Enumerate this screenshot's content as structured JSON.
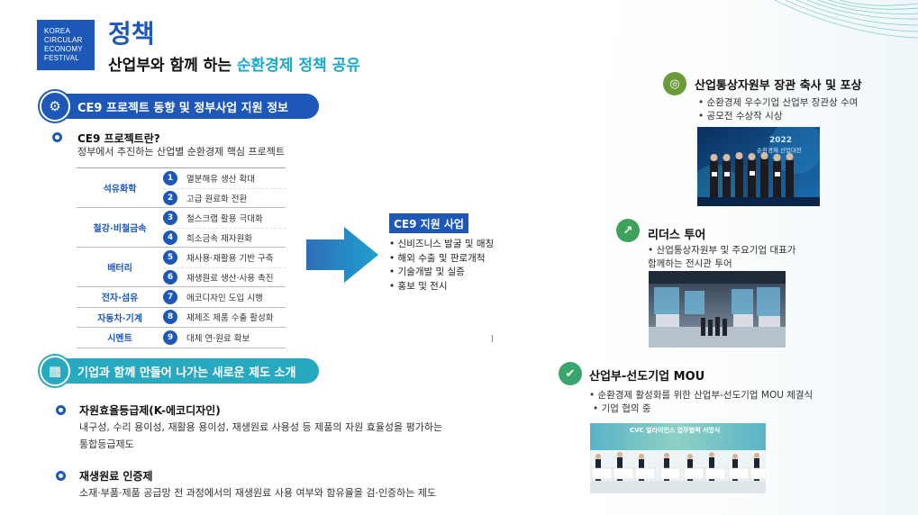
{
  "logo": {
    "lines": [
      "KOREA",
      "CIRCULAR",
      "ECONOMY",
      "FESTIVAL"
    ]
  },
  "header": {
    "title": "정책",
    "subtitle_prefix": "산업부와 함께 하는 ",
    "subtitle_highlight": "순환경제 정책 공유"
  },
  "section1": {
    "title": "CE9 프로젝트 동향 및 정부사업 지원 정보",
    "heading": "CE9 프로젝트란?",
    "description": "정부에서 추진하는 산업별 순환경제 핵심 프로젝트",
    "groups": [
      {
        "category": "석유화학",
        "items": [
          {
            "num": "1",
            "label": "열분해유 생산 확대"
          },
          {
            "num": "2",
            "label": "고급 원료화 전환"
          }
        ]
      },
      {
        "category": "철강·비철금속",
        "items": [
          {
            "num": "3",
            "label": "철스크랩 활용 극대화"
          },
          {
            "num": "4",
            "label": "희소금속 재자원화"
          }
        ]
      },
      {
        "category": "배터리",
        "items": [
          {
            "num": "5",
            "label": "재사용·재활용 기반 구축"
          },
          {
            "num": "6",
            "label": "재생원료 생산·사용 촉진"
          }
        ]
      },
      {
        "category": "전자·섬유",
        "items": [
          {
            "num": "7",
            "label": "에코디자인 도입 시행"
          }
        ]
      },
      {
        "category": "자동차·기계",
        "items": [
          {
            "num": "8",
            "label": "재제조 제품 수출 활성화"
          }
        ]
      },
      {
        "category": "시멘트",
        "items": [
          {
            "num": "9",
            "label": "대체 연·원료 확보"
          }
        ]
      }
    ],
    "support": {
      "title": "CE9 지원 사업",
      "items": [
        "• 신비즈니스 발굴 및 매칭",
        "• 해외 수출 및 판로개척",
        "• 기술개발 및 실증",
        "• 홍보 및 전시"
      ]
    }
  },
  "section2": {
    "title": "기업과 함께 만들어 나가는 새로운 제도 소개",
    "items": [
      {
        "heading": "자원효율등급제(K-에코디자인)",
        "lines": [
          "내구성, 수리 용이성, 재활용 용이성, 재생원료 사용성 등 제품의 자원 효율성을 평가하는",
          "통합등급제도"
        ]
      },
      {
        "heading": "재생원료 인증제",
        "lines": [
          "소재·부품·제품 공급망 전 과정에서의 재생원료 사용 여부와 함유율을 검·인증하는 제도"
        ]
      }
    ]
  },
  "right": {
    "award": {
      "title": "산업통상자원부 장관 축사 및 포상",
      "lines": [
        "• 순환경제 우수기업 산업부 장관상 수여",
        "• 공모전 수상작 시상"
      ],
      "photo_caption_1": "2022",
      "photo_caption_2": "순환경제 산업대전"
    },
    "tour": {
      "title": "리더스 투어",
      "lines": [
        "• 산업통상자원부 및 주요기업 대표가",
        "   함께하는 전시관 투어"
      ]
    },
    "mou": {
      "title": "산업부-선도기업 MOU",
      "lines": [
        "• 순환경제 활성화를 위한 산업부-선도기업 MOU 체결식",
        "• 기업 협의 중"
      ],
      "photo_caption": "CVC 얼라이언스 업무협력 서명식"
    }
  },
  "colors": {
    "primary": "#1d57b8",
    "teal": "#27a9c0",
    "highlight": "#17a9c9",
    "award_icon": "#6a9a3a"
  }
}
